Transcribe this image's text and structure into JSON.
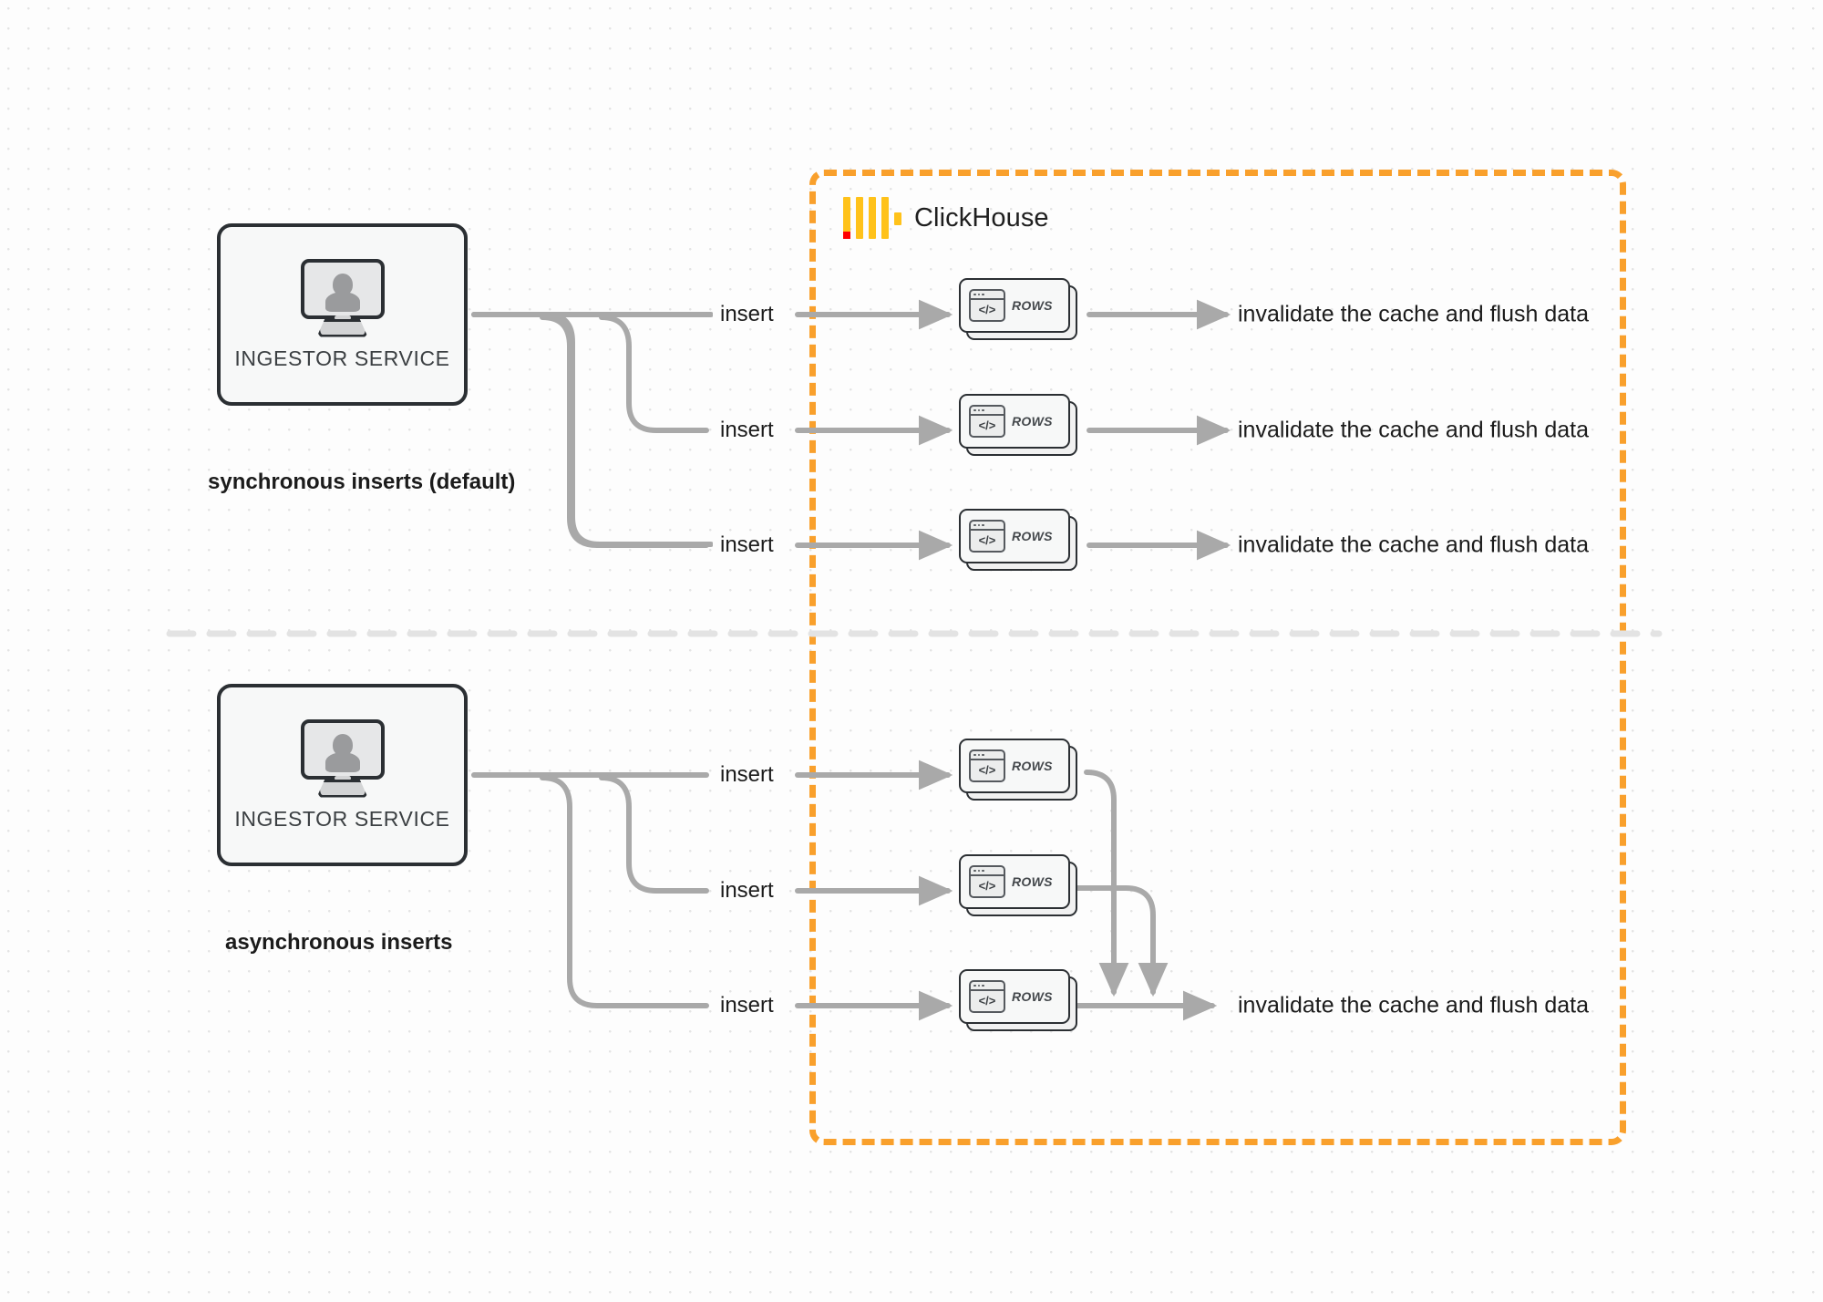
{
  "diagram": {
    "title": "ClickHouse synchronous vs asynchronous inserts",
    "colors": {
      "boundary_orange": "#f9a02c",
      "logo_yellow": "#ffc21a",
      "logo_red": "#ff0000",
      "connector_gray": "#a9a9a9",
      "node_border": "#2b2f33",
      "background": "#fdfdfd"
    }
  },
  "clickhouse_boundary": {
    "label": "ClickHouse",
    "logo_name": "clickhouse-logo"
  },
  "sections": [
    {
      "id": "synchronous",
      "caption": "synchronous inserts (default)",
      "service": {
        "label": "INGESTOR SERVICE",
        "icon": "monitor-user-icon"
      },
      "rows": [
        {
          "insert_label": "insert",
          "card_label": "ROWS",
          "result_label": "invalidate the cache and flush data"
        },
        {
          "insert_label": "insert",
          "card_label": "ROWS",
          "result_label": "invalidate the cache and flush data"
        },
        {
          "insert_label": "insert",
          "card_label": "ROWS",
          "result_label": "invalidate the cache and flush data"
        }
      ]
    },
    {
      "id": "asynchronous",
      "caption": "asynchronous inserts",
      "service": {
        "label": "INGESTOR SERVICE",
        "icon": "monitor-user-icon"
      },
      "rows": [
        {
          "insert_label": "insert",
          "card_label": "ROWS"
        },
        {
          "insert_label": "insert",
          "card_label": "ROWS"
        },
        {
          "insert_label": "insert",
          "card_label": "ROWS"
        }
      ],
      "merged_result_label": "invalidate the cache and flush data"
    }
  ],
  "icons": {
    "code_window": "</>"
  }
}
